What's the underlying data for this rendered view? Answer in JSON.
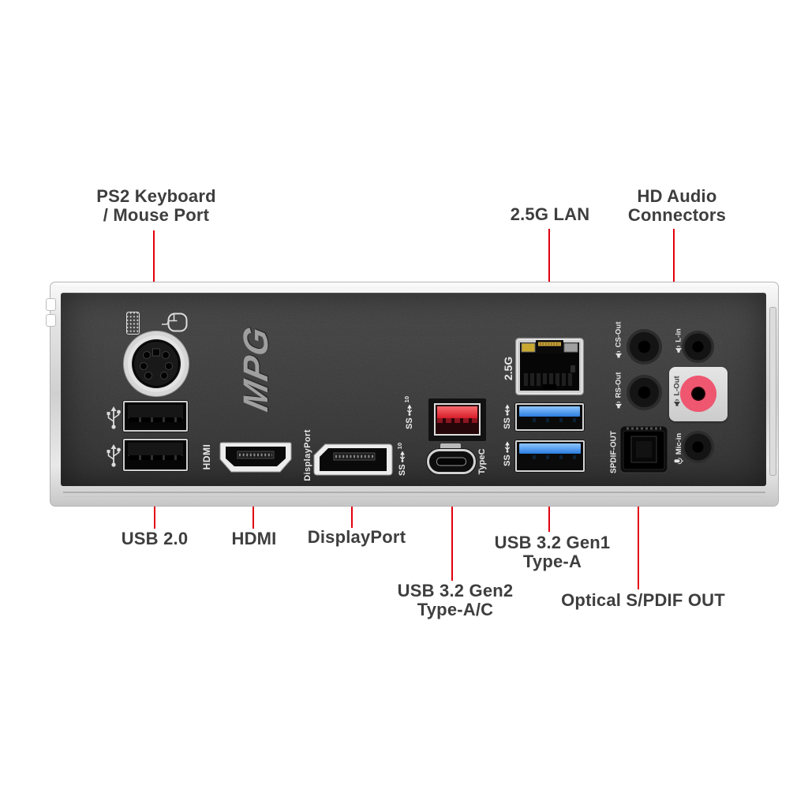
{
  "colors": {
    "red": "#e3000f",
    "label_text": "#3e3e3e",
    "panel_bg": "#383838",
    "usb3_blue": "#2b7de0",
    "gen2_red": "#d81f2a",
    "lout_pink": "#ef5670"
  },
  "callouts": {
    "ps2": {
      "line1": "PS2 Keyboard",
      "line2": "/ Mouse Port"
    },
    "lan": {
      "label": "2.5G LAN"
    },
    "hd_audio": {
      "line1": "HD Audio",
      "line2": "Connectors"
    },
    "usb20": {
      "label": "USB 2.0"
    },
    "hdmi": {
      "label": "HDMI"
    },
    "displayport": {
      "label": "DisplayPort"
    },
    "usb32_gen2": {
      "line1": "USB 3.2 Gen2",
      "line2": "Type-A/C"
    },
    "usb32_gen1": {
      "line1": "USB 3.2 Gen1",
      "line2": "Type-A"
    },
    "optical": {
      "label": "Optical S/PDIF OUT"
    }
  },
  "panel": {
    "logo": "MPG",
    "port_labels": {
      "hdmi": "HDMI",
      "displayport": "DisplayPort",
      "lan": "2.5G",
      "typec": "TypeC",
      "spdif": "SPDIF-OUT"
    },
    "usb_badges": {
      "ss": "SS",
      "gen2_speed": "10"
    },
    "audio_labels": {
      "cs_out": "CS-Out",
      "rs_out": "RS-Out",
      "l_in": "L-in",
      "l_out": "L-Out",
      "mic_in": "Mic-in"
    }
  }
}
